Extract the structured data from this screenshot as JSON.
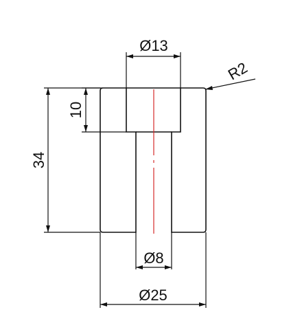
{
  "dimensions": {
    "bore_diameter": "Ø13",
    "hole_diameter": "Ø8",
    "outer_diameter": "Ø25",
    "total_height": "34",
    "counterbore_depth": "10",
    "corner_radius": "R2"
  },
  "colors": {
    "lines": "#111111",
    "center_axis": "#d62a2a",
    "hatch": "#222222",
    "background": "#ffffff"
  }
}
